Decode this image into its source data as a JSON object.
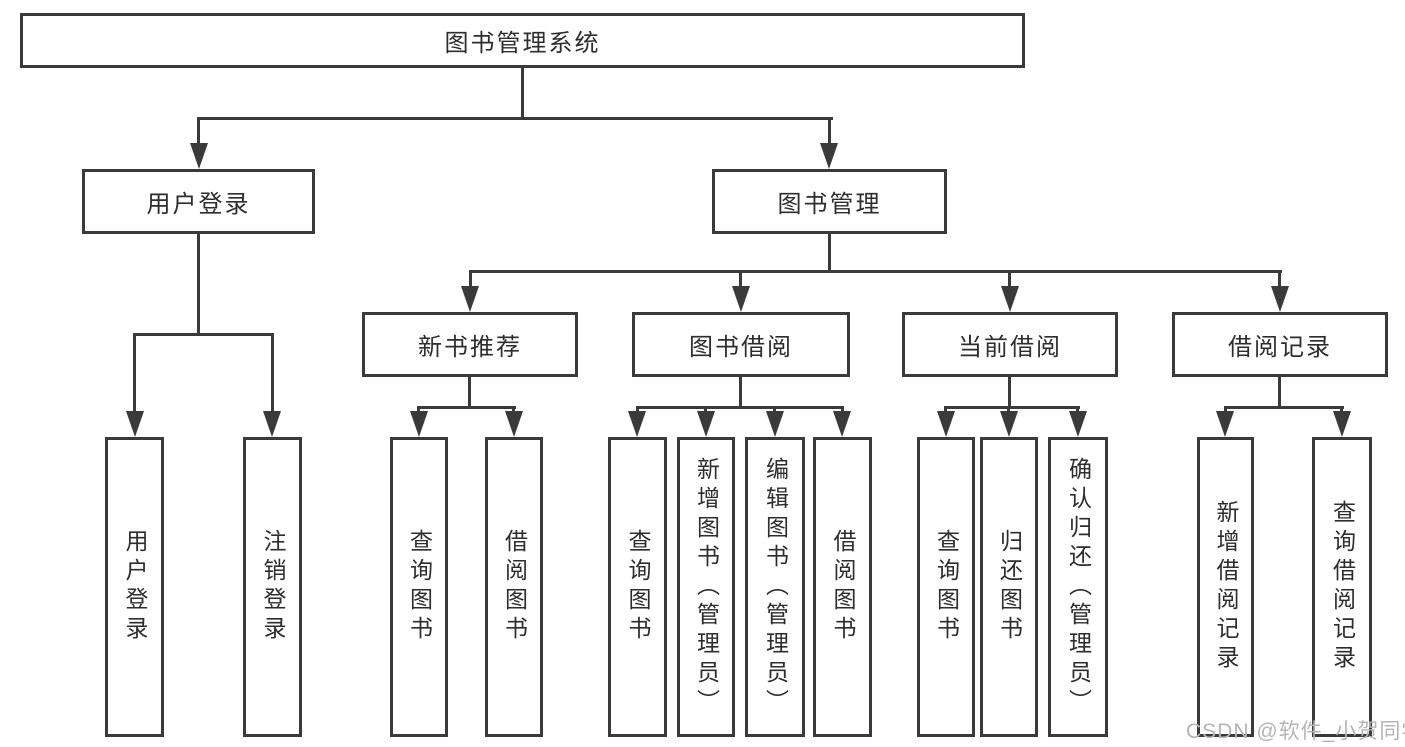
{
  "root": {
    "label": "图书管理系统"
  },
  "level2": {
    "user_login": {
      "label": "用户登录"
    },
    "book_mgmt": {
      "label": "图书管理"
    }
  },
  "level3": {
    "new_book_rec": {
      "label": "新书推荐"
    },
    "book_borrow": {
      "label": "图书借阅"
    },
    "current_borrow": {
      "label": "当前借阅"
    },
    "borrow_record": {
      "label": "借阅记录"
    }
  },
  "leaves": {
    "user_login_children": [
      {
        "label": "用户登录"
      },
      {
        "label": "注销登录"
      }
    ],
    "new_book_rec_children": [
      {
        "label": "查询图书"
      },
      {
        "label": "借阅图书"
      }
    ],
    "book_borrow_children": [
      {
        "label": "查询图书"
      },
      {
        "label": "新增图书（管理员）"
      },
      {
        "label": "编辑图书（管理员）"
      },
      {
        "label": "借阅图书"
      }
    ],
    "current_borrow_children": [
      {
        "label": "查询图书"
      },
      {
        "label": "归还图书"
      },
      {
        "label": "确认归还（管理员）"
      }
    ],
    "borrow_record_children": [
      {
        "label": "新增借阅记录"
      },
      {
        "label": "查询借阅记录"
      }
    ]
  },
  "watermark": {
    "text": "CSDN @软件_小贺同学"
  },
  "colors": {
    "line": "#3a3a3a",
    "text": "#2d2d2d",
    "background": "#ffffff",
    "watermark": "#b5b5b5"
  }
}
